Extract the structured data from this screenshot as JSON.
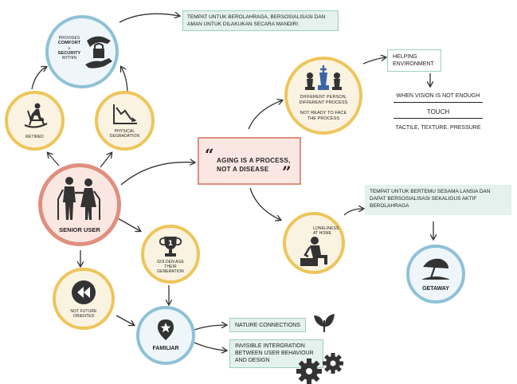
{
  "title": "",
  "nodes": {
    "senior_user": "SENIOR USER",
    "retired": "RETIRED",
    "physical_degradation": "PHYSICAL DEGRADATION",
    "comfort_pre": "PROVIDES",
    "comfort_key": "COMFORT",
    "comfort_plus": "+",
    "comfort_key2": "SECURITY",
    "comfort_post": "WITHIN",
    "golden_age_badge": "1",
    "golden_age": "GOLDEN AGE THEIR GENERATION",
    "not_future": "NOT FUTURE ORIENTED",
    "familiar": "FAMILIAR",
    "different_person": "DIFFERENT PERSON, DIFFERENT PROCESS",
    "not_ready": "NOT READY TO FACE THE PROCESS",
    "loneliness": "LONELINESS AT HOME",
    "getaway": "GETAWAY"
  },
  "quote": {
    "open": "“",
    "text_line1": "AGING IS A PROCESS,",
    "text_line2": "NOT A DISEASE",
    "close": "”"
  },
  "boxes": {
    "top": "TEMPAT UNTUK BEROLAHRAGA, BERSOSIALISASI DAN AMAN UNTUK DILAKUKAN SECARA MANDIRI",
    "helping": "HELPING ENVIRONMENT",
    "vision": "WHEN VISION IS NOT ENOUGH",
    "touch": "TOUCH",
    "tactile": "TACTILE, TEXTURE, PRESSURE",
    "meet": "TEMPAT UNTUK BERTEMU SESAMA LANSIA DAN DAPAT BERSOSIALISASI SEKALIGUS AKTIF BEROLAHRAGA",
    "nature": "NATURE CONNECTIONS",
    "invisible": "INVISIBLE INTERGRATION BETWEEN USER BEHAVIOUR AND DESIGN"
  },
  "colors": {
    "yellow_border": "#edc55a",
    "blue_border": "#8fc1d7",
    "red_border": "#df8f7f",
    "green_box": "#e4f1ec",
    "icon_dark": "#333333",
    "chess_blue": "#3a66a8"
  }
}
